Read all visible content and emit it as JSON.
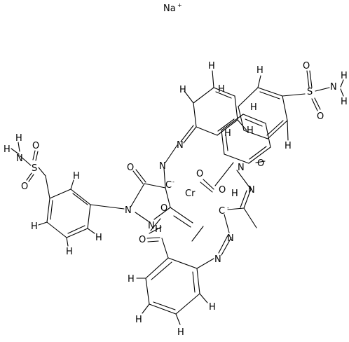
{
  "molecule": {
    "counter_ion": "Na",
    "counter_ion_charge": "+",
    "metal": "Cr",
    "atoms": {
      "H": "H",
      "N": "N",
      "O": "O",
      "S": "S",
      "NH": "N",
      "C": "C",
      "OH": "O"
    },
    "charges": {
      "minus": "-"
    },
    "groups": {
      "hydroxyl_H": "H"
    }
  }
}
